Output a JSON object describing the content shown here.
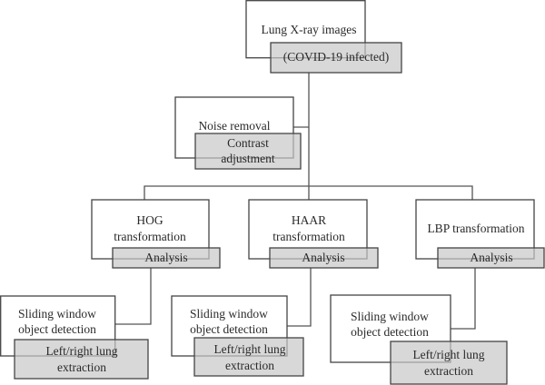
{
  "nodes": {
    "input": {
      "main": "Lung X-ray images",
      "sub": "(COVID-19 infected)"
    },
    "preprocess": {
      "main": "Noise removal",
      "sub_line1": "Contrast",
      "sub_line2": "adjustment"
    },
    "hog": {
      "main_line1": "HOG",
      "main_line2": "transformation",
      "sub": "Analysis"
    },
    "haar": {
      "main_line1": "HAAR",
      "main_line2": "transformation",
      "sub": "Analysis"
    },
    "lbp": {
      "main": "LBP transformation",
      "sub": "Analysis"
    },
    "detect1": {
      "main_line1": "Sliding window",
      "main_line2": "object detection",
      "sub_line1": "Left/right lung",
      "sub_line2": "extraction"
    },
    "detect2": {
      "main_line1": "Sliding window",
      "main_line2": "object detection",
      "sub_line1": "Left/right lung",
      "sub_line2": "extraction"
    },
    "detect3": {
      "main_line1": "Sliding window",
      "main_line2": "object detection",
      "sub_line1": "Left/right lung",
      "sub_line2": "extraction"
    }
  },
  "colors": {
    "sub_box_fill": "#d9d9d9",
    "stroke": "#444444"
  }
}
